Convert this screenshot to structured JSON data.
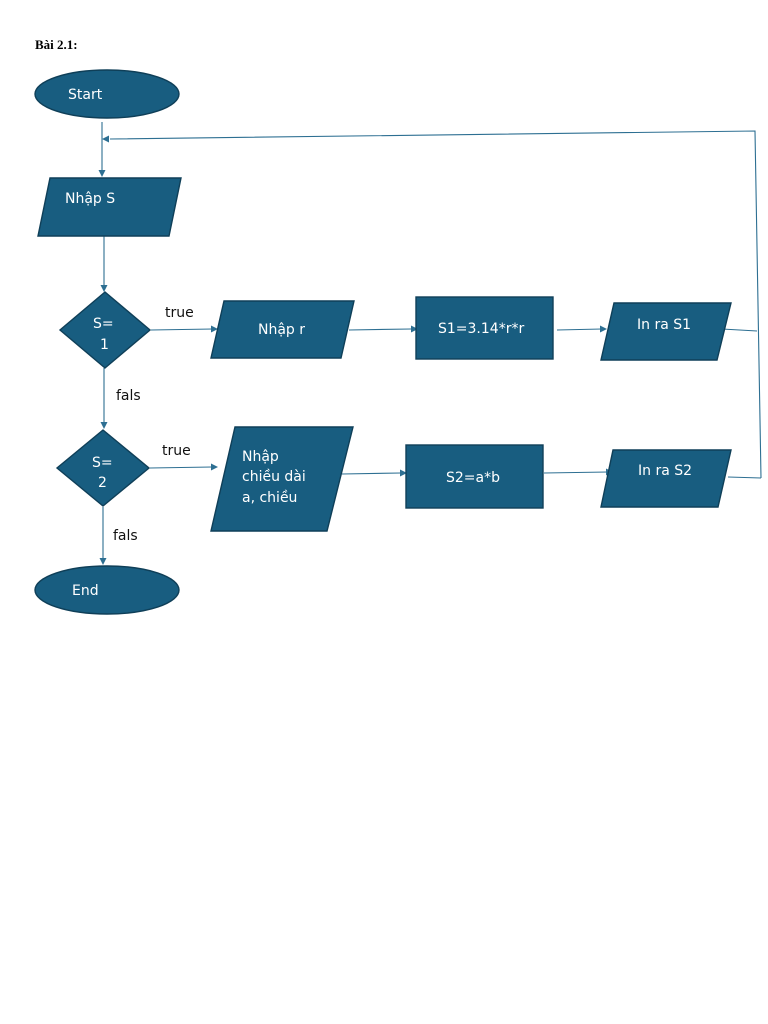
{
  "heading": "Bài 2.1:",
  "nodes": {
    "start": "Start",
    "input_s": "Nhập S",
    "decision1": [
      "S=",
      "1"
    ],
    "input_r": "Nhập r",
    "calc_s1": "S1=3.14*r*r",
    "output_s1": "In ra S1",
    "decision2": [
      "S=",
      "2"
    ],
    "input_ab": [
      "Nhập",
      "chiều dài",
      "a, chiều"
    ],
    "calc_s2": "S2=a*b",
    "output_s2": "In ra S2",
    "end": "End"
  },
  "edge_labels": {
    "d1_true": "true",
    "d1_false": "fals",
    "d2_true": "true",
    "d2_false": "fals"
  },
  "colors": {
    "shape_fill": "#185d80",
    "shape_stroke": "#0f3f58",
    "connector": "#2d6f92"
  }
}
